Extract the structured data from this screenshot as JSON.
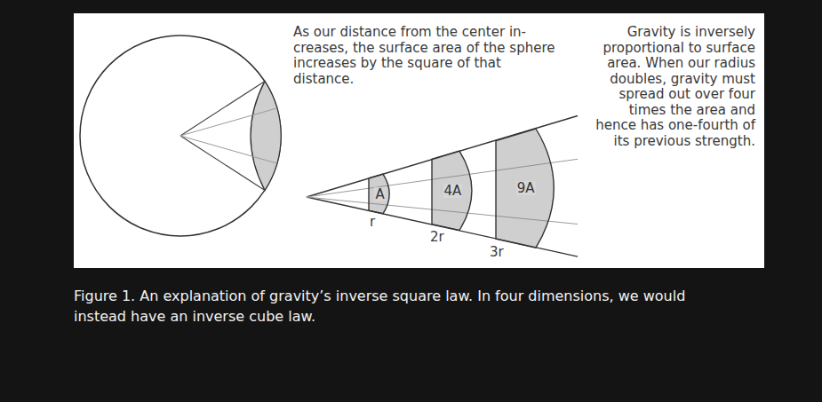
{
  "diagram": {
    "caption": "Figure 1. An explanation of gravity’s inverse square law. In four dimensions, we would instead have an inverse cube law.",
    "nodes": [
      {
        "text": [
          "A"
        ]
      },
      {
        "text": [
          "4A"
        ]
      },
      {
        "text": [
          "9A"
        ]
      }
    ],
    "labels": [
      "As our distance from the center in- creases, the surface area of the sphere increases by the square of that distance.",
      "Gravity is inversely proportional to surface area. When our radius doubles, gravity must spread out over four times the area and hence has one-fourth of its previous strength.",
      "r",
      "2r",
      "3r"
    ]
  }
}
